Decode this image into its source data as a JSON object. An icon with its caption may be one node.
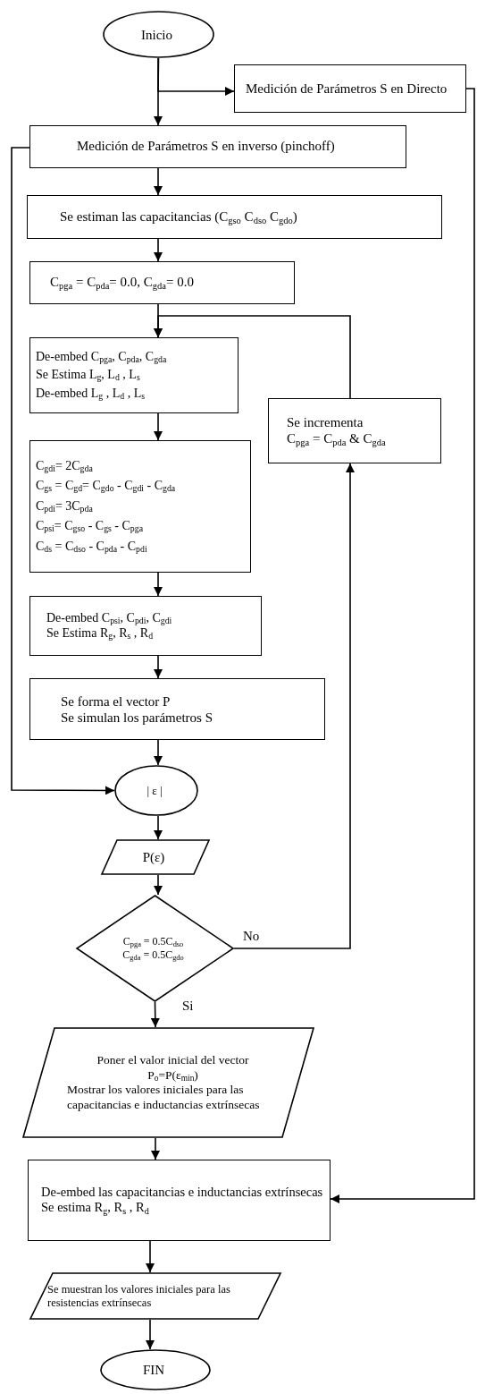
{
  "diagram": {
    "nodes": [
      {
        "text": [
          "Inicio"
        ]
      },
      {
        "text": [
          "Medición de Parámetros S en Directo"
        ]
      },
      {
        "text": [
          "Medición de Parámetros S en inverso (pinchoff)"
        ]
      },
      {
        "text": [
          "Se estiman las capacitancias  (C$_{gso}$ C$_{dso}$ C$_{gdo}$)"
        ]
      },
      {
        "text": [
          "C$_{pga}$ = C$_{pda}$= 0.0, C$_{gda}$= 0.0"
        ]
      },
      {
        "text": [
          "De-embed C$_{pga}$, C$_{pda}$, C$_{gda}$",
          "Se Estima L$_{g}$, L$_{d}$ , L$_{s}$",
          "De-embed L$_{g}$ , L$_{d}$ , L$_{s}$"
        ]
      },
      {
        "text": [
          "C$_{gdi}$= 2C$_{gda}$",
          "C$_{gs}$ = C$_{gd}$= C$_{gdo}$ - C$_{gdi}$ - C$_{gda}$",
          "C$_{pdi}$= 3C$_{pda}$",
          "C$_{psi}$= C$_{gso}$ - C$_{gs}$ - C$_{pga}$",
          "C$_{ds}$ = C$_{dso}$ - C$_{pda}$ - C$_{pdi}$"
        ]
      },
      {
        "text": [
          "De-embed C$_{psi}$, C$_{pdi}$, C$_{gdi}$",
          "Se Estima  R$_{g}$, R$_{s}$ , R$_{d}$"
        ]
      },
      {
        "text": [
          "Se forma el vector P",
          "Se simulan los parámetros S"
        ]
      },
      {
        "text": [
          "| ε |"
        ]
      },
      {
        "text": [
          "P(ε)"
        ]
      },
      {
        "text": [
          "C$_{pga}$ = 0.5C$_{dso}$",
          "C$_{gda}$ = 0.5C$_{gdo}$"
        ]
      },
      {
        "text": [
          "Se incrementa",
          "C$_{pga}$ = C$_{pda}$ & C$_{gda}$"
        ]
      },
      {
        "text": [
          "Poner el valor inicial del vector",
          "P$_{o}$=P(ε$_{min}$)",
          "Mostrar los valores iniciales para las capacitancias e inductancias extrínsecas"
        ]
      },
      {
        "text": [
          "De-embed las capacitancias e inductancias extrínsecas",
          "Se estima R$_{g}$, R$_{s}$ , R$_{d}$"
        ]
      },
      {
        "text": [
          "Se muestran los valores iniciales para las resistencias extrínsecas"
        ]
      },
      {
        "text": [
          "FIN"
        ]
      }
    ],
    "edges": [
      {
        "from": 0,
        "to": 2,
        "arrow": "to"
      },
      {
        "from": 0,
        "to": 1,
        "arrow": "to"
      },
      {
        "from": 1,
        "to": 14,
        "arrow": "to"
      },
      {
        "from": 2,
        "to": 3,
        "arrow": "to"
      },
      {
        "from": 3,
        "to": 4,
        "arrow": "to"
      },
      {
        "from": 4,
        "to": 5,
        "arrow": "to"
      },
      {
        "from": 5,
        "to": 6,
        "arrow": "to"
      },
      {
        "from": 6,
        "to": 7,
        "arrow": "to"
      },
      {
        "from": 7,
        "to": 8,
        "arrow": "to"
      },
      {
        "from": 8,
        "to": 9,
        "arrow": "to"
      },
      {
        "from": 9,
        "to": 10,
        "arrow": "to"
      },
      {
        "from": 10,
        "to": 11,
        "arrow": "to"
      },
      {
        "from": 2,
        "to": 9,
        "arrow": "to"
      },
      {
        "from": 11,
        "to": 12,
        "arrow": "to",
        "label": "No"
      },
      {
        "from": 12,
        "to": 5,
        "arrow": "to"
      },
      {
        "from": 11,
        "to": 13,
        "arrow": "to",
        "label": "Si"
      },
      {
        "from": 13,
        "to": 14,
        "arrow": "to"
      },
      {
        "from": 14,
        "to": 15,
        "arrow": "to"
      },
      {
        "from": 15,
        "to": 16,
        "arrow": "to"
      }
    ]
  }
}
